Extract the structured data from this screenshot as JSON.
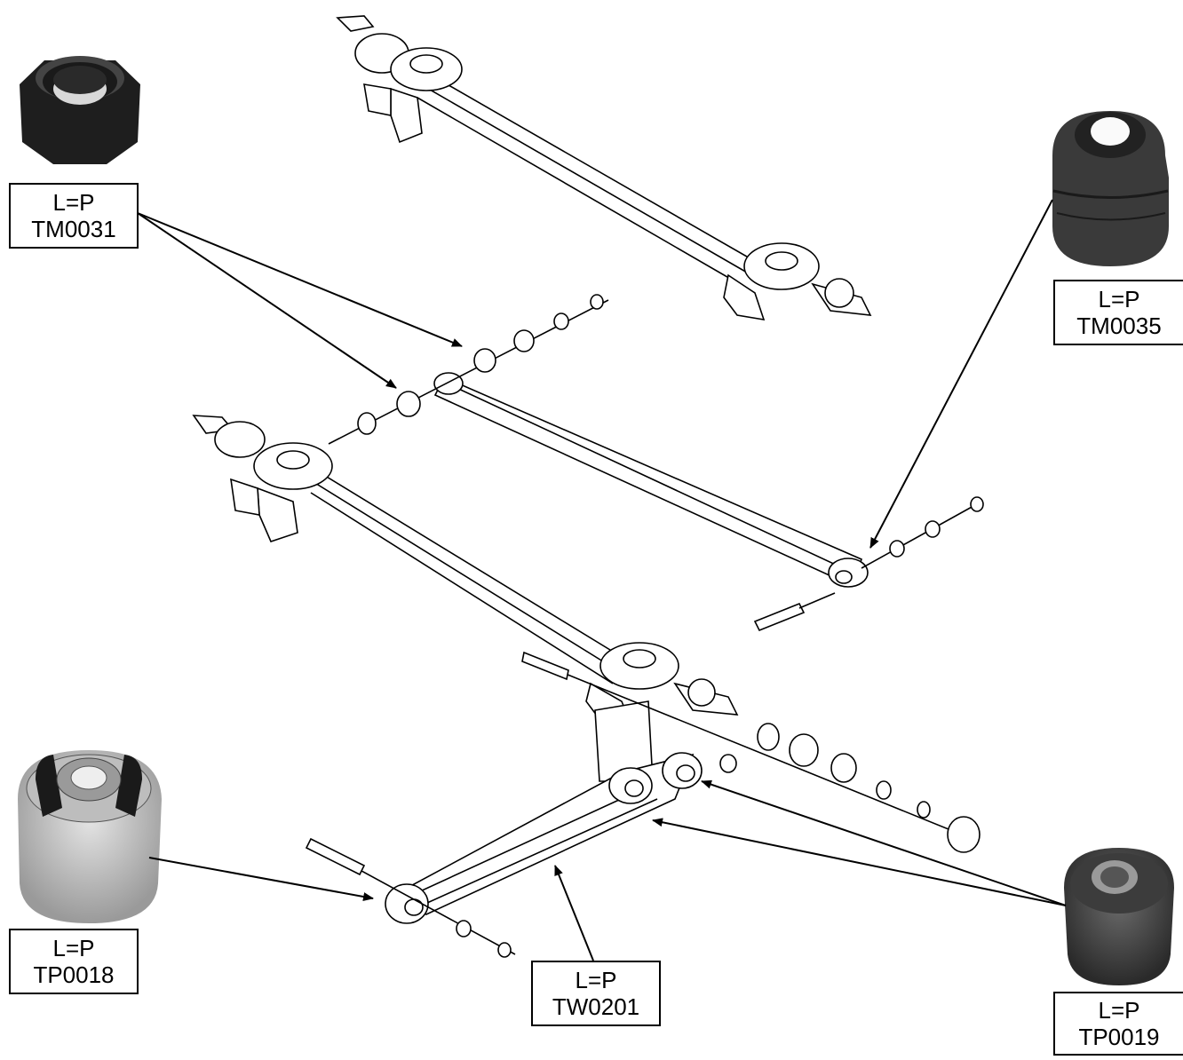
{
  "colors": {
    "ink": "#000000",
    "paper": "#ffffff",
    "rubber": "#333333",
    "rubber_light": "#c8c8c8"
  },
  "parts": [
    {
      "id": "tm0031",
      "side": "L=P",
      "code": "TM0031"
    },
    {
      "id": "tm0035",
      "side": "L=P",
      "code": "TM0035"
    },
    {
      "id": "tp0018",
      "side": "L=P",
      "code": "TP0018"
    },
    {
      "id": "tw0201",
      "side": "L=P",
      "code": "TW0201"
    },
    {
      "id": "tp0019",
      "side": "L=P",
      "code": "TP0019"
    }
  ]
}
